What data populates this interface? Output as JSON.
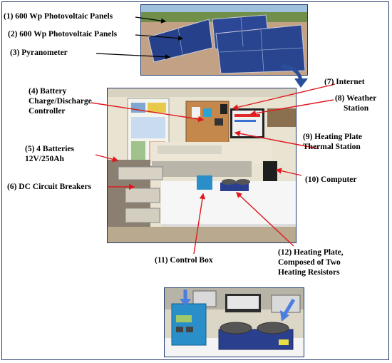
{
  "labels": {
    "l1": "(1) 600 Wp Photovoltaic Panels",
    "l2": "(2) 600 Wp Photovoltaic Panels",
    "l3": "(3) Pyranometer",
    "l4a": "(4) Battery",
    "l4b": "Charge/Discharge",
    "l4c": "Controller",
    "l5a": "(5) 4 Batteries",
    "l5b": "12V/250Ah",
    "l6": "(6) DC Circuit Breakers",
    "l7": "(7) Internet",
    "l8a": "(8) Weather",
    "l8b": "Station",
    "l9a": "(9) Heating Plate",
    "l9b": "Thermal Station",
    "l10": "(10) Computer",
    "l11": "(11) Control Box",
    "l12a": "(12) Heating Plate,",
    "l12b": "Composed of Two",
    "l12c": "Heating Resistors"
  },
  "colors": {
    "frame": "#1f3a6b",
    "pointer": "#e0181e",
    "flow_arrow": "#2a4f9a",
    "highlight_arrow": "#4a7ee0"
  }
}
